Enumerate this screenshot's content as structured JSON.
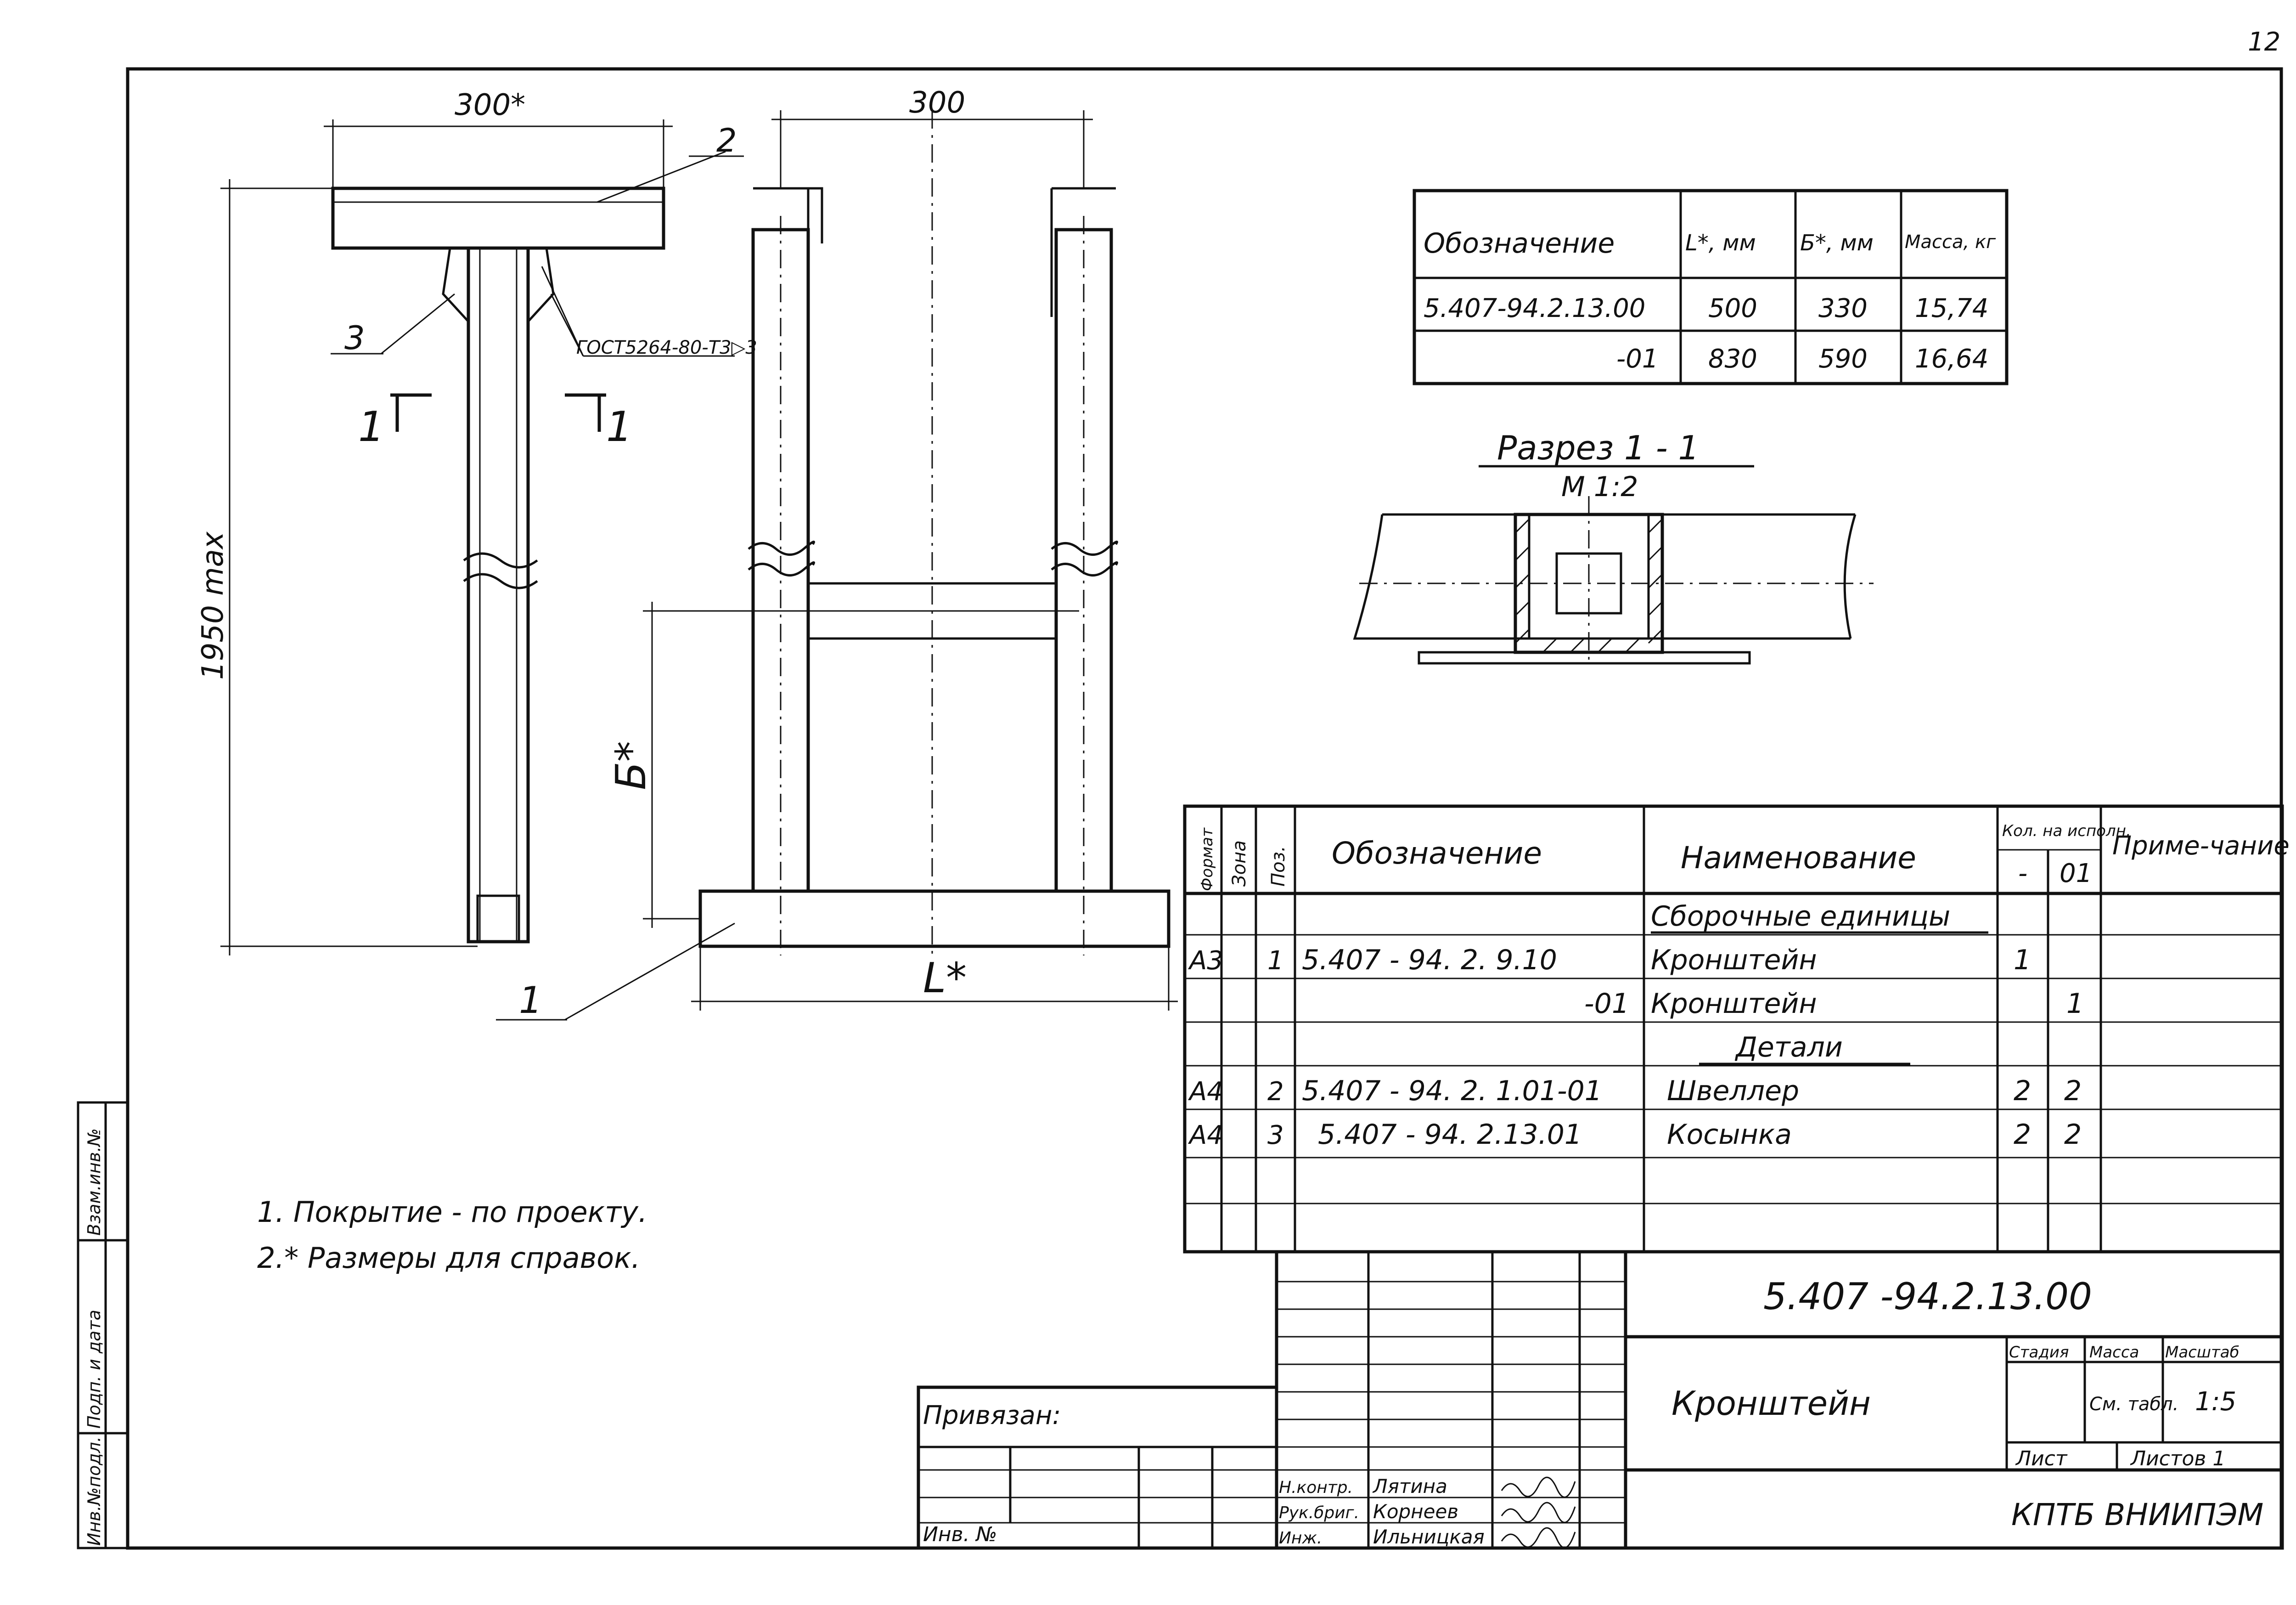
{
  "sheet_number": "12",
  "dimensions": {
    "bracket_width": "300*",
    "frame_width": "300",
    "height": "1950 max",
    "b_dim": "Б*",
    "l_dim": "L*"
  },
  "callouts": {
    "pos1": "1",
    "pos2": "2",
    "pos3": "3",
    "weld": "ГОСТ5264-80-Т3▷3",
    "section_mark_left": "1",
    "section_mark_right": "1"
  },
  "section": {
    "title": "Разрез 1 - 1",
    "scale": "М 1:2"
  },
  "mass_table": {
    "headers": [
      "Обозначение",
      "L*, мм",
      "Б*, мм",
      "Масса, кг"
    ],
    "rows": [
      [
        "5.407-94.2.13.00",
        "500",
        "330",
        "15,74"
      ],
      [
        "-01",
        "830",
        "590",
        "16,64"
      ]
    ]
  },
  "spec": {
    "headers": {
      "format": "Формат",
      "zone": "Зона",
      "pos": "Поз.",
      "designation": "Обозначение",
      "name": "Наименование",
      "qty": "Кол. на исполн.",
      "qty_a": "-",
      "qty_b": "01",
      "note": "Приме-чание"
    },
    "rows": [
      {
        "format": "",
        "zone": "",
        "pos": "",
        "designation": "",
        "name": "Сборочные единицы",
        "qa": "",
        "qb": ""
      },
      {
        "format": "А3",
        "zone": "",
        "pos": "1",
        "designation": "5.407 - 94. 2. 9.10",
        "name": "Кронштейн",
        "qa": "1",
        "qb": ""
      },
      {
        "format": "",
        "zone": "",
        "pos": "",
        "designation": "-01",
        "name": "Кронштейн",
        "qa": "",
        "qb": "1"
      },
      {
        "format": "",
        "zone": "",
        "pos": "",
        "designation": "",
        "name": "Детали",
        "qa": "",
        "qb": ""
      },
      {
        "format": "А4",
        "zone": "",
        "pos": "2",
        "designation": "5.407 - 94. 2. 1.01-01",
        "name": "Швеллер",
        "qa": "2",
        "qb": "2"
      },
      {
        "format": "А4",
        "zone": "",
        "pos": "3",
        "designation": "5.407 - 94. 2.13.01",
        "name": "Косынка",
        "qa": "2",
        "qb": "2"
      }
    ]
  },
  "notes": [
    "1. Покрытие - по проекту.",
    "2.* Размеры для справок."
  ],
  "side_labels": [
    "Взам.инв.№",
    "Подп. и дата",
    "Инв.№подл."
  ],
  "title_block": {
    "doc_number": "5.407 -94.2.13.00",
    "product_name": "Кронштейн",
    "stage_label": "Стадия",
    "mass_label": "Масса",
    "scale_label": "Масштаб",
    "mass_value": "См. табл.",
    "scale_value": "1:5",
    "sheet_label": "Лист",
    "sheets_label": "Листов 1",
    "organization": "КПТБ ВНИИПЭМ",
    "tied_label": "Привязан:",
    "inv_label": "Инв. №",
    "roles": [
      {
        "role": "Н.контр.",
        "name": "Лятина"
      },
      {
        "role": "Рук.бриг.",
        "name": "Корнеев"
      },
      {
        "role": "Инж.",
        "name": "Ильницкая"
      }
    ]
  }
}
